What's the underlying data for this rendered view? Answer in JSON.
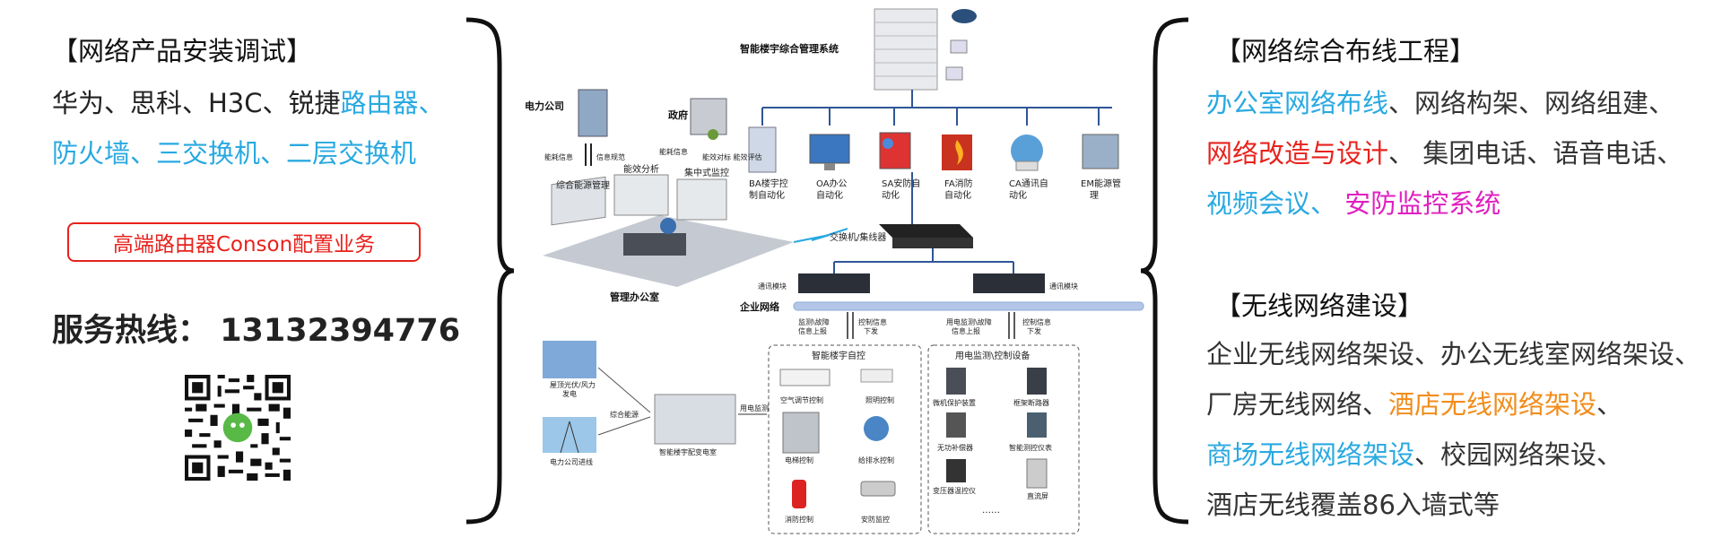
{
  "left": {
    "title": "【网络产品安装调试】",
    "line1_plain": "华为、思科、H3C、锐捷",
    "line1_blue": "路由器、",
    "line2_blue": "防火墙、三交换机、二层交换机",
    "cta": "高端路由器Conson配置业务",
    "hotline_label": "服务热线：",
    "hotline_number": "13132394776"
  },
  "right": {
    "title1": "【网络综合布线工程】",
    "r1_blue": "办公室网络布线",
    "r1_plain": "、网络构架、网络组建、",
    "r2_red": "网络改造与设计",
    "r2_plain": "、 集团电话、语音电话、",
    "r3_blue": "视频会议、",
    "r3_magenta": " 安防监控系统",
    "title2": "【无线网络建设】",
    "w1": "企业无线网络架设、办公无线室网络架设、",
    "w2_plain": "厂房无线网络、",
    "w2_orange": "酒店无线网络架设",
    "w2_tail": "、",
    "w3_blue": "商场无线网络架设",
    "w3_plain": "、校园网络架设、",
    "w4": "酒店无线覆盖86入墙式等"
  },
  "diagram": {
    "system_title": "智能楼宇综合管理系统",
    "power_company": "电力公司",
    "government": "政府",
    "energy_info": "能耗信息",
    "info_rules": "信息规范",
    "energy_info2": "能耗信息",
    "efficiency": "能效对标\n能效评估",
    "energy_mgmt": "综合能源管理",
    "energy_analysis": "能效分析",
    "central_monitor": "集中式监控",
    "mgmt_office": "管理办公室",
    "switch": "交换机/集线器",
    "comm_module1": "通讯模块",
    "comm_module2": "通讯模块",
    "enterprise_net": "企业网络",
    "sub1": [
      "BA楼宇控",
      "制自动化"
    ],
    "sub2": [
      "OA办公",
      "自动化"
    ],
    "sub3": [
      "SA安防自",
      "动化"
    ],
    "sub4": [
      "FA消防",
      "自动化"
    ],
    "sub5": [
      "CA通讯自",
      "动化"
    ],
    "sub6": [
      "EM能源管",
      "理"
    ],
    "report1": [
      "监测\\故障",
      "信息上报"
    ],
    "ctrl1": [
      "控制信息",
      "下发"
    ],
    "report2": [
      "用电监测\\故障",
      "信息上报"
    ],
    "ctrl2": [
      "控制信息",
      "下发"
    ],
    "solar": [
      "屋顶光伏/风力",
      "发电"
    ],
    "grid": "电力公司进线",
    "combined_energy": "综合能源",
    "substation": "智能楼宇配变电室",
    "power_monitor": "用电监测",
    "bldg_ctrl": "智能楼宇自控",
    "elec_ctrl": "用电监测\\控制设备",
    "ac": "空气调节控制",
    "lighting": "照明控制",
    "elevator": "电梯控制",
    "water": "给排水控制",
    "fire": "消防控制",
    "security": "安防监控",
    "relay": "微机保护装置",
    "breaker": "框架断路器",
    "reactive": "无功补偿器",
    "smart_meter": "智能测控仪表",
    "transformer": "变压器温控仪",
    "dc_screen": "直流屏",
    "ellipsis": "……"
  }
}
